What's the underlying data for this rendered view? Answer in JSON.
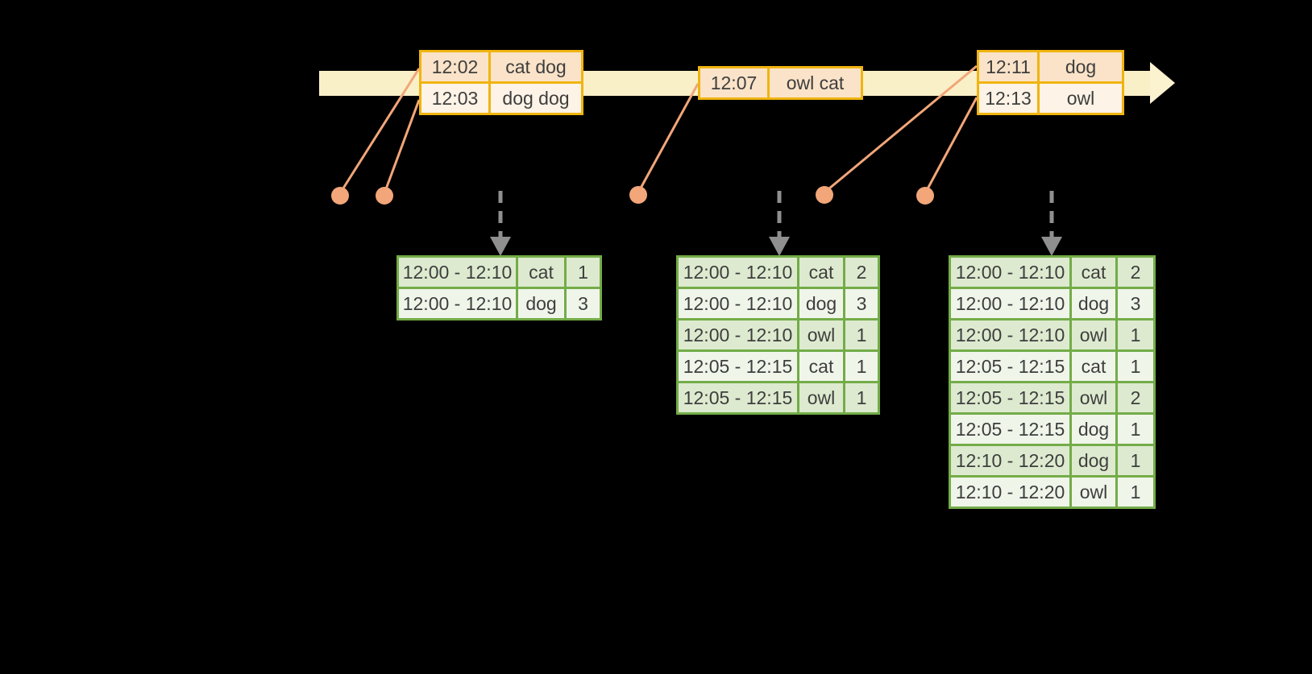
{
  "diagram": {
    "kind": "streaming-windowed-word-count-timeline",
    "background": "#000000"
  },
  "colors": {
    "timeline_band": "#faf0c8",
    "timeline_arrowhead": "#fbf2d0",
    "event_table_border": "#f0b410",
    "event_row_dark": "#fae3c8",
    "event_row_light": "#fdf3e6",
    "connector_salmon": "#f2a679",
    "result_table_border": "#73ac48",
    "result_row_dark": "#ddeacf",
    "result_row_light": "#f0f5ea",
    "trigger_arrow_gray": "#8f8f8f",
    "text": "#3e3e3e"
  },
  "icons": {
    "timeline_arrowhead": "right-arrow-triangle",
    "event_marker": "filled-circle",
    "trigger_arrow": "dashed-down-arrow"
  },
  "event_tables": [
    {
      "rows": [
        {
          "time": "12:02",
          "words": "cat dog"
        },
        {
          "time": "12:03",
          "words": "dog dog"
        }
      ]
    },
    {
      "rows": [
        {
          "time": "12:07",
          "words": "owl cat"
        }
      ]
    },
    {
      "rows": [
        {
          "time": "12:11",
          "words": "dog"
        },
        {
          "time": "12:13",
          "words": "owl"
        }
      ]
    }
  ],
  "result_tables": [
    {
      "rows": [
        {
          "window": "12:00 - 12:10",
          "word": "cat",
          "count": "1"
        },
        {
          "window": "12:00 - 12:10",
          "word": "dog",
          "count": "3"
        }
      ]
    },
    {
      "rows": [
        {
          "window": "12:00 - 12:10",
          "word": "cat",
          "count": "2"
        },
        {
          "window": "12:00 - 12:10",
          "word": "dog",
          "count": "3"
        },
        {
          "window": "12:00 - 12:10",
          "word": "owl",
          "count": "1"
        },
        {
          "window": "12:05 - 12:15",
          "word": "cat",
          "count": "1"
        },
        {
          "window": "12:05 - 12:15",
          "word": "owl",
          "count": "1"
        }
      ]
    },
    {
      "rows": [
        {
          "window": "12:00 - 12:10",
          "word": "cat",
          "count": "2"
        },
        {
          "window": "12:00 - 12:10",
          "word": "dog",
          "count": "3"
        },
        {
          "window": "12:00 - 12:10",
          "word": "owl",
          "count": "1"
        },
        {
          "window": "12:05 - 12:15",
          "word": "cat",
          "count": "1"
        },
        {
          "window": "12:05 - 12:15",
          "word": "owl",
          "count": "2"
        },
        {
          "window": "12:05 - 12:15",
          "word": "dog",
          "count": "1"
        },
        {
          "window": "12:10 - 12:20",
          "word": "dog",
          "count": "1"
        },
        {
          "window": "12:10 - 12:20",
          "word": "owl",
          "count": "1"
        }
      ]
    }
  ]
}
